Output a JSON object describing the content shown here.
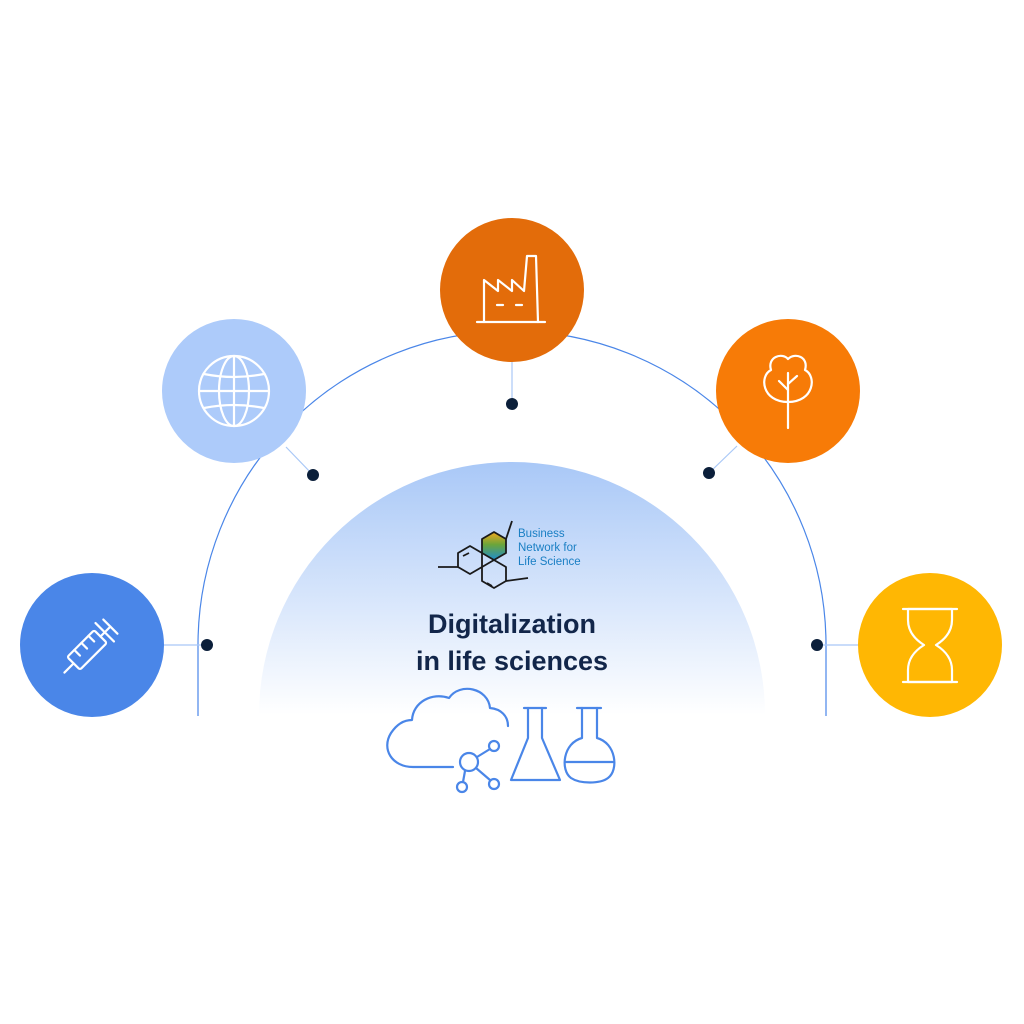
{
  "hub": {
    "logo_lines": [
      "Business",
      "Network for",
      "Life Science"
    ],
    "title_lines": [
      "Digitalization",
      "in life sciences"
    ],
    "illustration_icons": [
      "cloud-network-icon",
      "erlenmeyer-flask-icon",
      "round-bottom-flask-icon"
    ]
  },
  "nodes": [
    {
      "id": "syringe",
      "icon": "syringe-icon",
      "color": "#4A86E8"
    },
    {
      "id": "globe",
      "icon": "globe-icon",
      "color": "#ADCBFA"
    },
    {
      "id": "factory",
      "icon": "factory-icon",
      "color": "#E36C0A"
    },
    {
      "id": "tree",
      "icon": "tree-icon",
      "color": "#F77B07"
    },
    {
      "id": "hourglass",
      "icon": "hourglass-icon",
      "color": "#FFB703"
    }
  ],
  "colors": {
    "arc": "#4A86E8",
    "dot": "#0B1F3A",
    "title": "#12264A",
    "logo_text": "#1A7FC4",
    "illustration": "#4A86E8",
    "hub_gradient_top": "#A9C8F7"
  }
}
